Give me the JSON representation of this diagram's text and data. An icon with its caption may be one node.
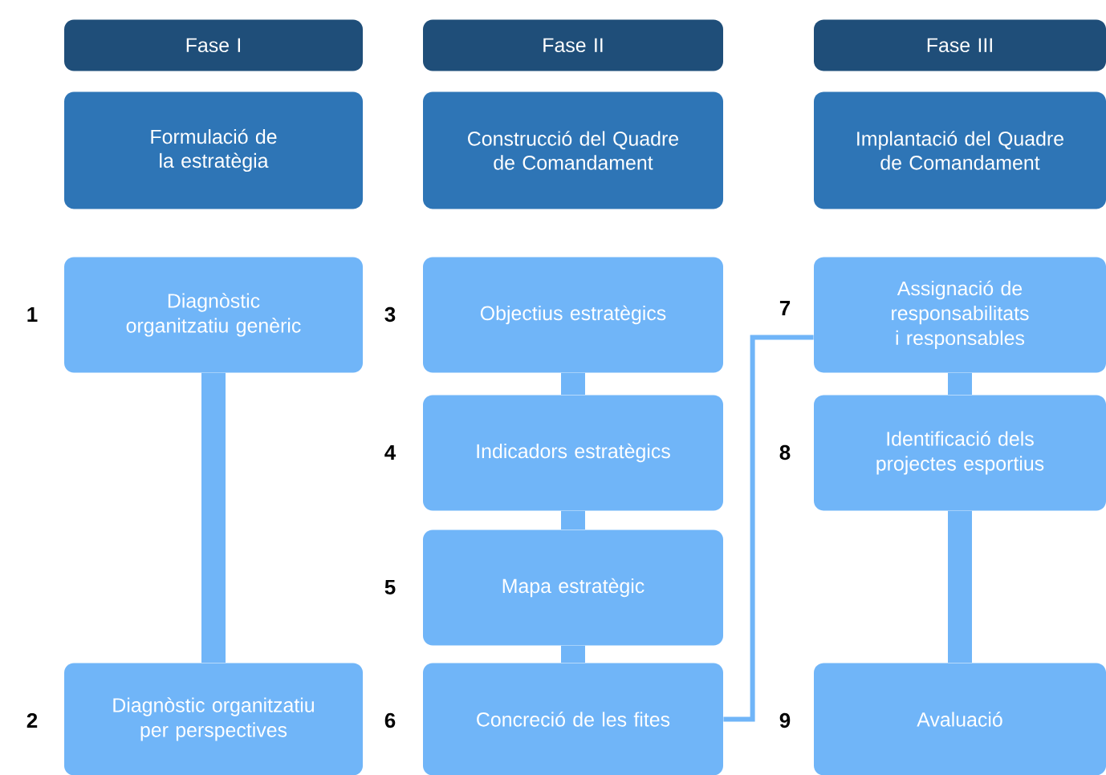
{
  "diagram": {
    "nodes": [
      {
        "text": [
          "Fase I"
        ]
      },
      {
        "text": [
          "Fase II"
        ]
      },
      {
        "text": [
          "Fase III"
        ]
      },
      {
        "text": [
          "Formulació de la estratègia"
        ]
      },
      {
        "text": [
          "Construcció del Quadre de Comandament"
        ]
      },
      {
        "text": [
          "Implantació del Quadre de Comandament"
        ]
      },
      {
        "text": [
          "Diagnòstic organitzatiu genèric"
        ],
        "beside": [
          "1"
        ]
      },
      {
        "text": [
          "Diagnòstic organitzatiu per perspectives"
        ],
        "beside": [
          "2"
        ]
      },
      {
        "text": [
          "Objectius estratègics"
        ],
        "beside": [
          "3"
        ]
      },
      {
        "text": [
          "Indicadors estratègics"
        ],
        "beside": [
          "4"
        ]
      },
      {
        "text": [
          "Mapa estratègic"
        ],
        "beside": [
          "5"
        ]
      },
      {
        "text": [
          "Concreció de les fites"
        ],
        "beside": [
          "6"
        ]
      },
      {
        "text": [
          "Assignació de responsabilitats i responsables"
        ],
        "beside": [
          "7"
        ]
      },
      {
        "text": [
          "Identificació dels projectes esportius"
        ],
        "beside": [
          "8"
        ]
      },
      {
        "text": [
          "Avaluació"
        ],
        "beside": [
          "9"
        ]
      }
    ],
    "edges": [
      {
        "from": 6,
        "to": 7,
        "arrow": "none"
      },
      {
        "from": 8,
        "to": 9,
        "arrow": "none"
      },
      {
        "from": 9,
        "to": 10,
        "arrow": "none"
      },
      {
        "from": 10,
        "to": 11,
        "arrow": "none"
      },
      {
        "from": 11,
        "to": 12,
        "arrow": "none"
      },
      {
        "from": 12,
        "to": 13,
        "arrow": "none"
      },
      {
        "from": 13,
        "to": 14,
        "arrow": "none"
      }
    ]
  }
}
